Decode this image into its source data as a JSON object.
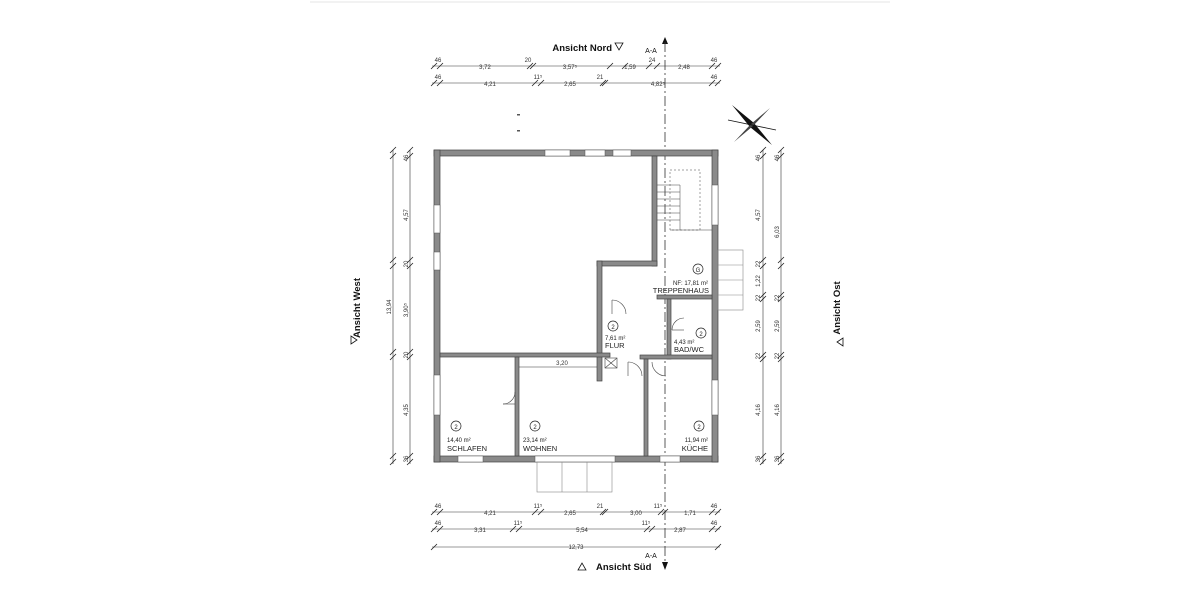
{
  "views": {
    "north": "Ansicht Nord",
    "south": "Ansicht Süd",
    "west": "Ansicht West",
    "east": "Ansicht Ost",
    "section": "A-A"
  },
  "rooms": [
    {
      "id": "treppenhaus",
      "name": "TREPPENHAUS",
      "area": "NF: 17,81 m²",
      "marker": "G"
    },
    {
      "id": "flur",
      "name": "FLUR",
      "area": "7,61 m²",
      "marker": "2"
    },
    {
      "id": "badwc",
      "name": "BAD/WC",
      "area": "4,43 m²",
      "marker": "2"
    },
    {
      "id": "schlafen",
      "name": "SCHLAFEN",
      "area": "14,40 m²",
      "marker": "2"
    },
    {
      "id": "wohnen",
      "name": "WOHNEN",
      "area": "23,14 m²",
      "marker": "2"
    },
    {
      "id": "kueche",
      "name": "KÜCHE",
      "area": "11,94 m²",
      "marker": "2"
    }
  ],
  "dimensions": {
    "top_row1": [
      "46",
      "3,72",
      "20",
      "3,57⁵",
      "1,59",
      "24",
      "2,48",
      "46"
    ],
    "top_row2": [
      "46",
      "4,21",
      "11⁵",
      "2,65",
      "21",
      "4,82⁵",
      "46"
    ],
    "bottom_row1": [
      "46",
      "4,21",
      "11⁵",
      "2,65",
      "21",
      "3,00",
      "11⁵",
      "1,71",
      "46"
    ],
    "bottom_row2": [
      "46",
      "3,31",
      "11⁵",
      "5,54",
      "11⁵",
      "2,87",
      "46"
    ],
    "bottom_total": "12,73",
    "left_segments": [
      "46",
      "4,57",
      "20",
      "3,90⁵",
      "20",
      "4,35",
      "36"
    ],
    "left_total": "13,94",
    "right_segments": [
      "46",
      "4,57",
      "22",
      "1,22",
      "22",
      "2,59",
      "22",
      "4,16",
      "36"
    ],
    "right_row2": [
      "46",
      "6,03",
      "22",
      "2,59",
      "22",
      "4,16",
      "36"
    ],
    "interior_label": "3,20"
  }
}
